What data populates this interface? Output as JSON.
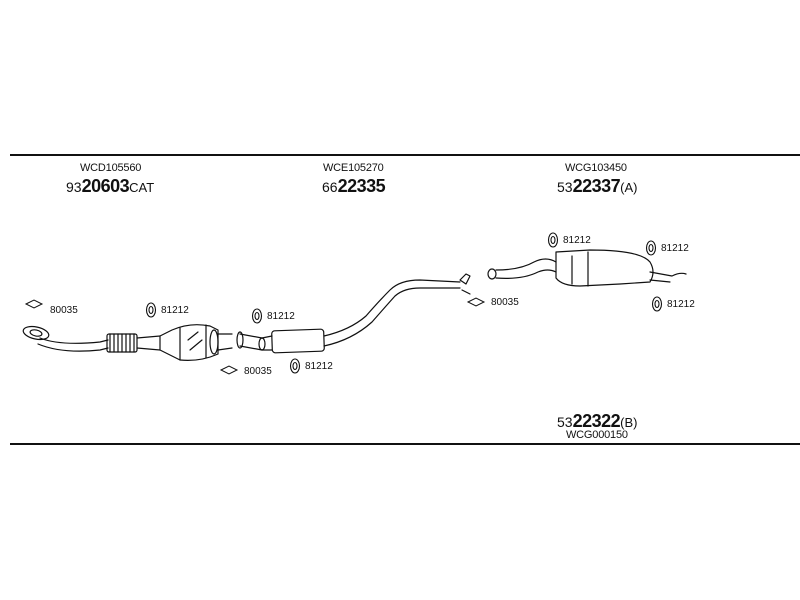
{
  "sections": {
    "front": {
      "code": "WCD105560",
      "prefix": "93",
      "main": "20603",
      "suffix": "CAT"
    },
    "middle": {
      "code": "WCE105270",
      "prefix": "66",
      "main": "22335",
      "suffix": ""
    },
    "rear": {
      "code": "WCG103450",
      "prefix": "53",
      "main": "22337",
      "suffix": "(A)"
    },
    "rear_b": {
      "code": "WCG000150",
      "prefix": "53",
      "main": "22322",
      "suffix": "(B)"
    }
  },
  "accessories": {
    "gasket_front": "80035",
    "clamp_cat": "81212",
    "gasket_cat": "80035",
    "clamp_mid_top": "81212",
    "clamp_mid_bottom": "81212",
    "gasket_rear": "80035",
    "clamp_rear_left": "81212",
    "clamp_rear_right": "81212",
    "clamp_rear_bottom": "81212"
  }
}
